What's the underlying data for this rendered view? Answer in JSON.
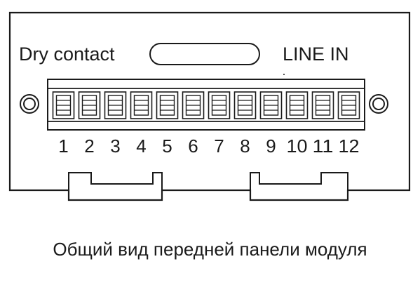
{
  "panel": {
    "left_label": "Dry contact",
    "right_label": "LINE IN"
  },
  "terminal_block": {
    "pin_count": 12,
    "pins": [
      "1",
      "2",
      "3",
      "4",
      "5",
      "6",
      "7",
      "8",
      "9",
      "10",
      "11",
      "12"
    ]
  },
  "caption": "Общий вид передней панели модуля",
  "colors": {
    "line": "#1a1a1a",
    "panel_fill": "#ffffff",
    "background": "#ffffff"
  }
}
